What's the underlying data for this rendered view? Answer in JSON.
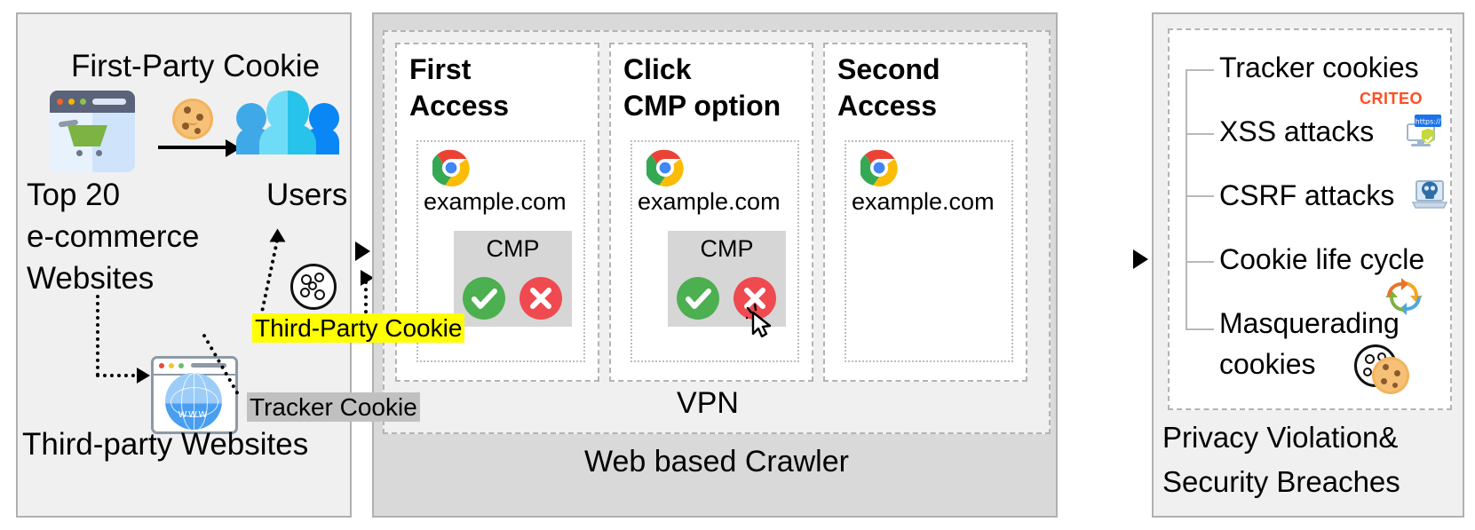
{
  "figure": {
    "title": "Cookie privacy measurement pipeline",
    "type": "diagram"
  },
  "left_panel": {
    "name": "data-sources",
    "first_party_cookie_label": "First-Party Cookie",
    "source_label_line1": "Top 20",
    "source_label_line2": "e-commerce",
    "source_label_line3": "Websites",
    "users_label": "Users",
    "third_party_websites_label": "Third-party Websites",
    "third_party_cookie_label": "Third-Party Cookie",
    "tracker_cookie_label": "Tracker Cookie",
    "icons": {
      "ecommerce_site": "shopping-cart-browser-icon",
      "cookie": "cookie-icon",
      "users": "users-group-icon",
      "third_party_site": "www-globe-browser-icon",
      "outline_cookie": "outline-cookie-icon"
    },
    "colors": {
      "highlight_yellow": "#ffff00",
      "highlight_grey": "#c0c0c0",
      "panel_bg": "#f0f0f0",
      "panel_border": "#b0b0b0"
    }
  },
  "middle_panel": {
    "name": "web-based-crawler",
    "crawler_label": "Web based Crawler",
    "vpn_label": "VPN",
    "steps": [
      {
        "title_line1": "First",
        "title_line2": "Access",
        "site": "example.com",
        "browser_icon": "chrome-icon",
        "cmp_label": "CMP",
        "accept_icon": "check-circle-icon",
        "reject_icon": "cross-circle-icon",
        "cursor_shown": false
      },
      {
        "title_line1": "Click",
        "title_line2": "CMP option",
        "site": "example.com",
        "browser_icon": "chrome-icon",
        "cmp_label": "CMP",
        "accept_icon": "check-circle-icon",
        "reject_icon": "cross-circle-icon",
        "cursor_shown": true
      },
      {
        "title_line1": "Second",
        "title_line2": "Access",
        "site": "example.com",
        "browser_icon": "chrome-icon",
        "cmp_label": "",
        "accept_icon": "",
        "reject_icon": "",
        "cursor_shown": false
      }
    ],
    "colors": {
      "outer_bg": "#d9d9d9",
      "vpn_bg": "#f0f0f0",
      "step_bg": "#ffffff",
      "cmp_bg": "#d6d6d6",
      "accept_green": "#4caf50",
      "reject_red": "#ef4a50"
    }
  },
  "right_panel": {
    "name": "privacy-violation-outcomes",
    "footer_line1": "Privacy Violation&",
    "footer_line2": "Security Breaches",
    "items": [
      {
        "label": "Tracker cookies",
        "icon": "criteo-logo-icon",
        "icon_text": "CRITEO"
      },
      {
        "label": "XSS attacks",
        "icon": "https-monitor-shield-icon",
        "icon_text": "https://"
      },
      {
        "label": "CSRF attacks",
        "icon": "laptop-skull-icon",
        "icon_text": ""
      },
      {
        "label": "Cookie life cycle",
        "icon": "lifecycle-arrows-icon",
        "icon_text": ""
      },
      {
        "label": "Masquerading",
        "label_line2": "cookies",
        "icon": "double-cookie-icon",
        "icon_text": ""
      }
    ],
    "colors": {
      "criteo_orange": "#ff4d20",
      "bracket_grey": "#b8b8b8"
    }
  },
  "flow": {
    "arrow_left_to_middle": "arrow-right-icon",
    "arrow_middle_to_right": "arrow-right-icon",
    "arrow_site_to_users": "arrow-right-icon"
  }
}
